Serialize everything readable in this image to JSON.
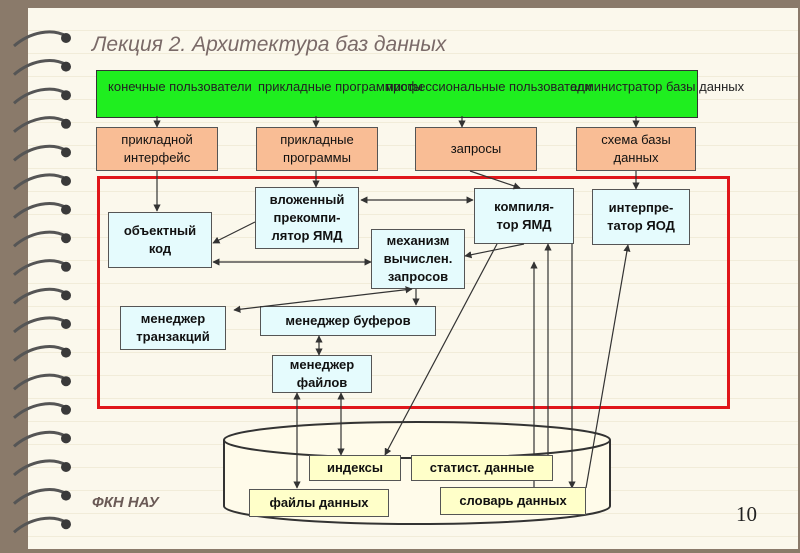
{
  "title": "Лекция 2. Архитектура баз данных",
  "footer_left": "ФКН НАУ",
  "page_number": "10",
  "users": [
    "конечные\nпользователи",
    "прикладные\nпрограммисты",
    "профессиональные\nпользователи",
    "администратор\nбазы данных"
  ],
  "interfaces": [
    "прикладной\nинтерфейс",
    "прикладные\nпрограммы",
    "запросы",
    "схема базы\nданных"
  ],
  "dbms": {
    "object_code": "объектный\nкод",
    "precompiler": "вложенный\nпрекомпи-\nлятор ЯМД",
    "query_engine": "механизм\nвычислен.\nзапросов",
    "compiler": "компиля-\nтор ЯМД",
    "interpreter": "интерпре-\nтатор ЯОД",
    "transaction_manager": "менеджер\nтранзакций",
    "buffer_manager": "менеджер буферов",
    "file_manager": "менеджер\nфайлов"
  },
  "storage": {
    "indexes": "индексы",
    "statistics": "статист. данные",
    "data_files": "файлы данных",
    "dictionary": "словарь данных"
  },
  "colors": {
    "users_bar": "#1fee1f",
    "interface_box": "#f9bd95",
    "component_box": "#e5fbfd",
    "storage_box": "#ffffc9",
    "frame": "#e0161a"
  }
}
